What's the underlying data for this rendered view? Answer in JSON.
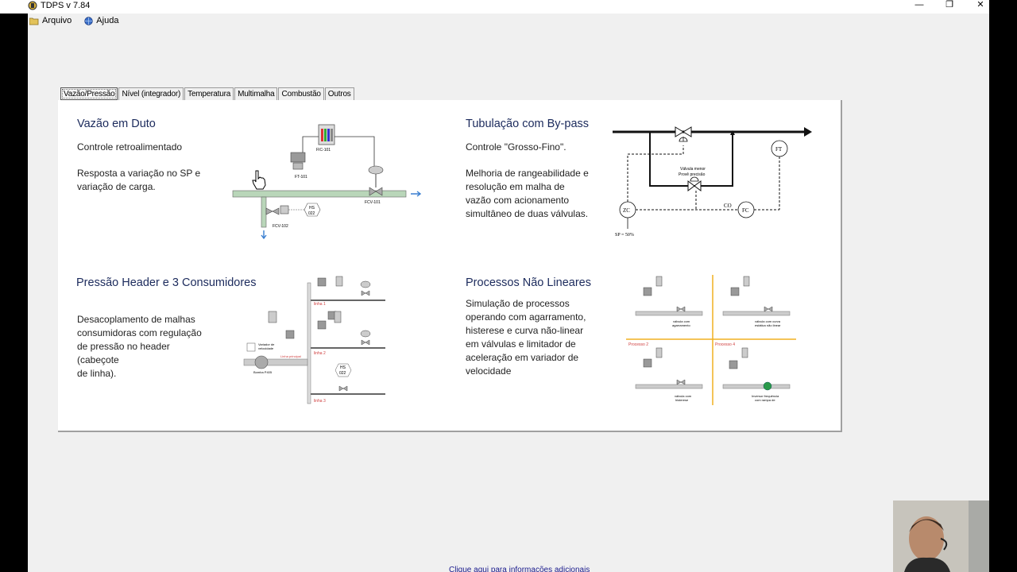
{
  "window": {
    "title": "TDPS v 7.84",
    "minimize_glyph": "—",
    "restore_glyph": "❐",
    "close_glyph": "✕"
  },
  "menu": {
    "items": [
      {
        "label": "Arquivo",
        "icon": "folder-icon"
      },
      {
        "label": "Ajuda",
        "icon": "help-globe-icon"
      }
    ]
  },
  "tabs": [
    {
      "label": "Vazão/Pressão",
      "active": true
    },
    {
      "label": "Nível (integrador)",
      "active": false
    },
    {
      "label": "Temperatura",
      "active": false
    },
    {
      "label": "Multimalha",
      "active": false
    },
    {
      "label": "Combustão",
      "active": false
    },
    {
      "label": "Outros",
      "active": false
    }
  ],
  "sections": {
    "vazao": {
      "title": "Vazão em Duto",
      "text1": "Controle retroalimentado",
      "text2": "Resposta a variação no SP e\nvariação de carga."
    },
    "bypass": {
      "title": "Tubulação com By-pass",
      "text1": "Controle \"Grosso-Fino\".",
      "text2": "Melhoria de rangeabilidade e\nresolução em malha de\nvazão com acionamento\nsimultâneo de duas válvulas."
    },
    "header": {
      "title": "Pressão Header e 3 Consumidores",
      "text1": "Desacoplamento de malhas\nconsumidoras com regulação\nde pressão no header\n(cabeçote\nde linha)."
    },
    "naolineares": {
      "title": "Processos Não Lineares",
      "text1": "Simulação de processos\noperando com agarramento,\nhisterese e curva não-linear\nem válvulas e limitador de\naceleração em variador de\nvelocidade"
    }
  },
  "diagram_labels": {
    "fic101": "FIC-101",
    "ft101": "FT-101",
    "fcv101": "FCV-101",
    "fcv102": "FCV-102",
    "hs": "HS",
    "hs022": "022",
    "ft": "FT",
    "zc": "ZC",
    "fc": "FC",
    "co": "CO",
    "sp": "SP = 50%",
    "valvula_menor_1": "Válvula menor",
    "valvula_menor_2": "Provê precisão",
    "linha1": "linha 1",
    "linha2": "linha 2",
    "linha3": "linha 3",
    "variador_1": "Variador de",
    "variador_2": "velocidade",
    "bomba": "Bomba P405",
    "linha_principal": "Linha principal",
    "processo2": "Processo 2",
    "processo4": "Processo 4",
    "valv_agarramento_1": "válvula com",
    "valv_agarramento_2": "agarramento",
    "valv_curva_1": "válvula com curva",
    "valv_curva_2": "estática não linear",
    "valv_histerese_1": "válvula com",
    "valv_histerese_2": "histerese",
    "inversor_1": "Inversor frequência",
    "inversor_2": "com rampa de"
  },
  "footer": {
    "link": "Clique aqui para informações adicionais"
  },
  "colors": {
    "title_blue": "#1b2a5c",
    "pipe_green": "#b9d6b9",
    "accent_red": "#d04040",
    "divider_orange": "#f0b020",
    "arrow_blue": "#3a7fd0"
  }
}
